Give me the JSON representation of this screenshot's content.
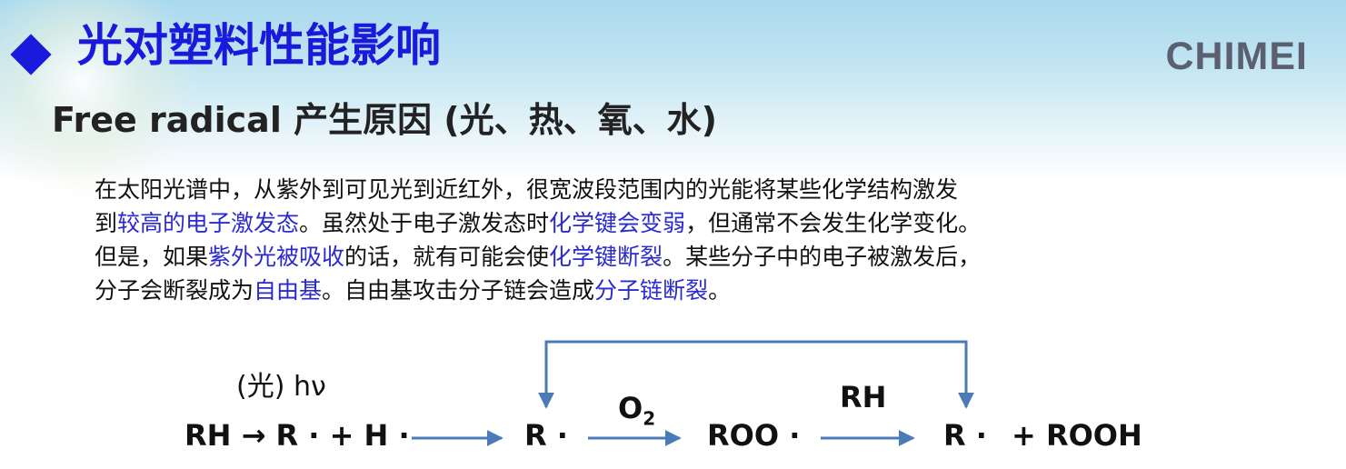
{
  "header": {
    "title": "光对塑料性能影响",
    "logo": "CHIMEI",
    "subtitle": "Free radical 产生原因 (光、热、氧、水)"
  },
  "paragraph": {
    "lines": [
      [
        {
          "text": "在太阳光谱中，从紫外到可见光到近红外，很宽波段范围内的光能将某些化学结构激发",
          "hl": false
        }
      ],
      [
        {
          "text": "到",
          "hl": false
        },
        {
          "text": "较高的电子激发态",
          "hl": true
        },
        {
          "text": "。虽然处于电子激发态时",
          "hl": false
        },
        {
          "text": "化学键会变弱",
          "hl": true
        },
        {
          "text": "，但通常不会发生化学变化。",
          "hl": false
        }
      ],
      [
        {
          "text": "但是，如果",
          "hl": false
        },
        {
          "text": "紫外光被吸收",
          "hl": true
        },
        {
          "text": "的话，就有可能会使",
          "hl": false
        },
        {
          "text": "化学键断裂",
          "hl": true
        },
        {
          "text": "。某些分子中的电子被激发后，",
          "hl": false
        }
      ],
      [
        {
          "text": "分子会断裂成为",
          "hl": false
        },
        {
          "text": "自由基",
          "hl": true
        },
        {
          "text": "。自由基攻击分子链会造成",
          "hl": false
        },
        {
          "text": "分子链断裂",
          "hl": true
        },
        {
          "text": "。",
          "hl": false
        }
      ]
    ]
  },
  "reaction": {
    "light_label": "(光) hν",
    "initiation": "RH → R · + H ·",
    "radical": "R ·",
    "oxygen": "O",
    "oxygen_sub": "2",
    "peroxy": "ROO ·",
    "rh_label": "RH",
    "products_radical": "R ·",
    "products_hydroperoxide": "+ ROOH"
  },
  "colors": {
    "title": "#1a1adc",
    "highlight": "#2a2ad0",
    "arrow": "#4a7ab8"
  }
}
